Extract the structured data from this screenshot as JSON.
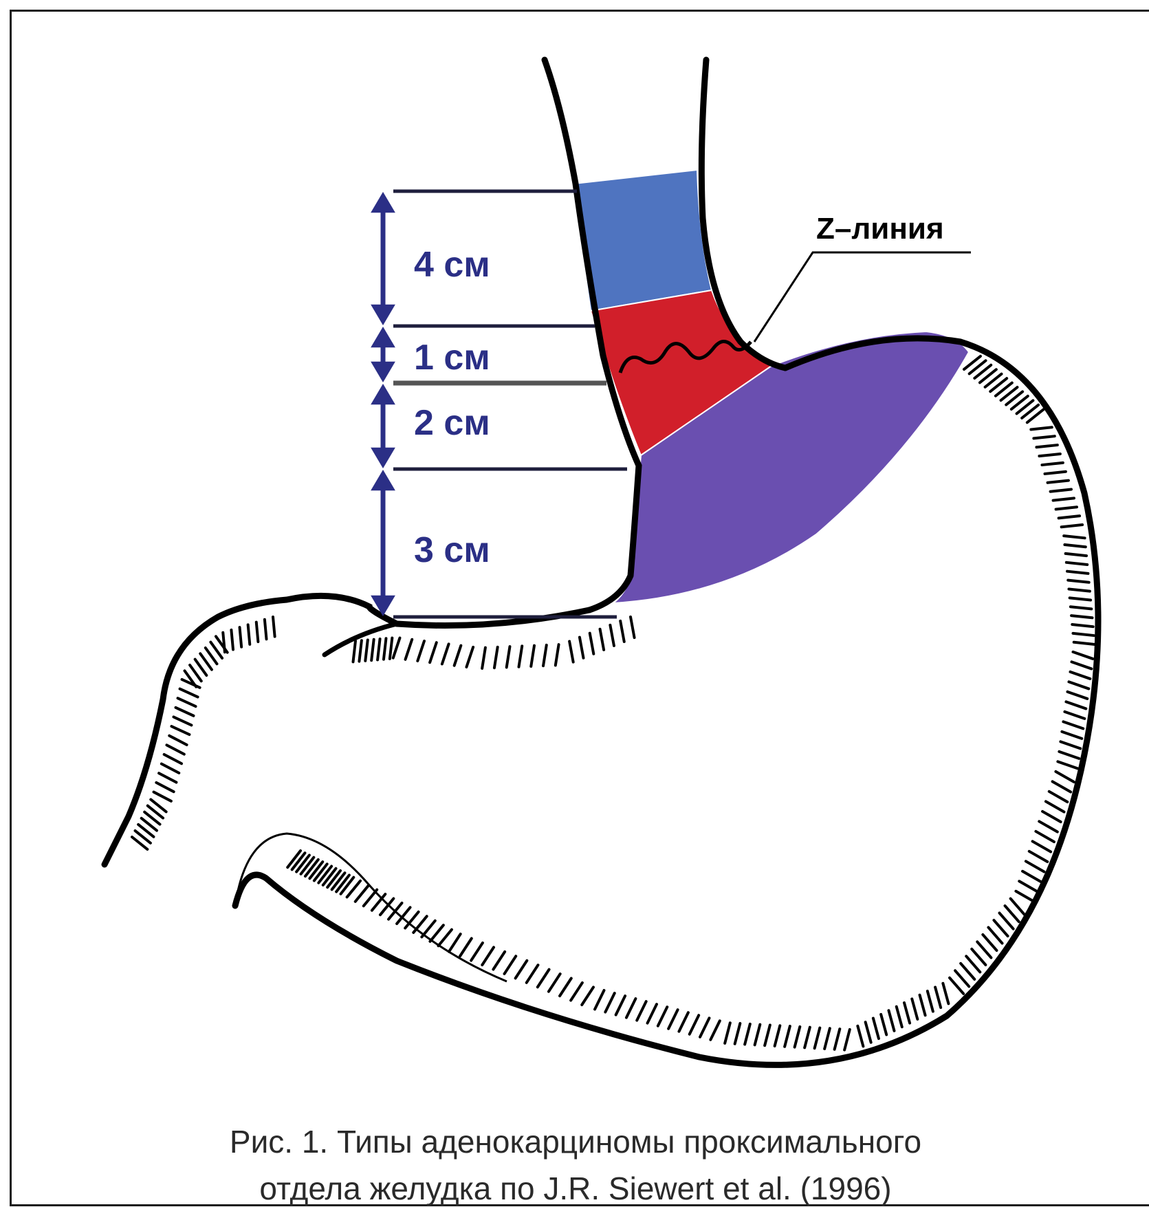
{
  "diagram": {
    "segments": [
      {
        "label": "4 см",
        "color": "#4f74c0"
      },
      {
        "label": "1 см",
        "color": "#d11f2a"
      },
      {
        "label": "2 см",
        "color": "#d11f2a"
      },
      {
        "label": "3 см",
        "color": "#6a4fb0"
      }
    ],
    "z_line_label": "Z–линия",
    "arrow_color": "#2b2f86",
    "outline_color": "#000000"
  },
  "caption": {
    "line1": "Рис. 1. Типы аденокарциномы проксимального",
    "line2": "отдела желудка по J.R. Siewert et al. (1996)"
  }
}
